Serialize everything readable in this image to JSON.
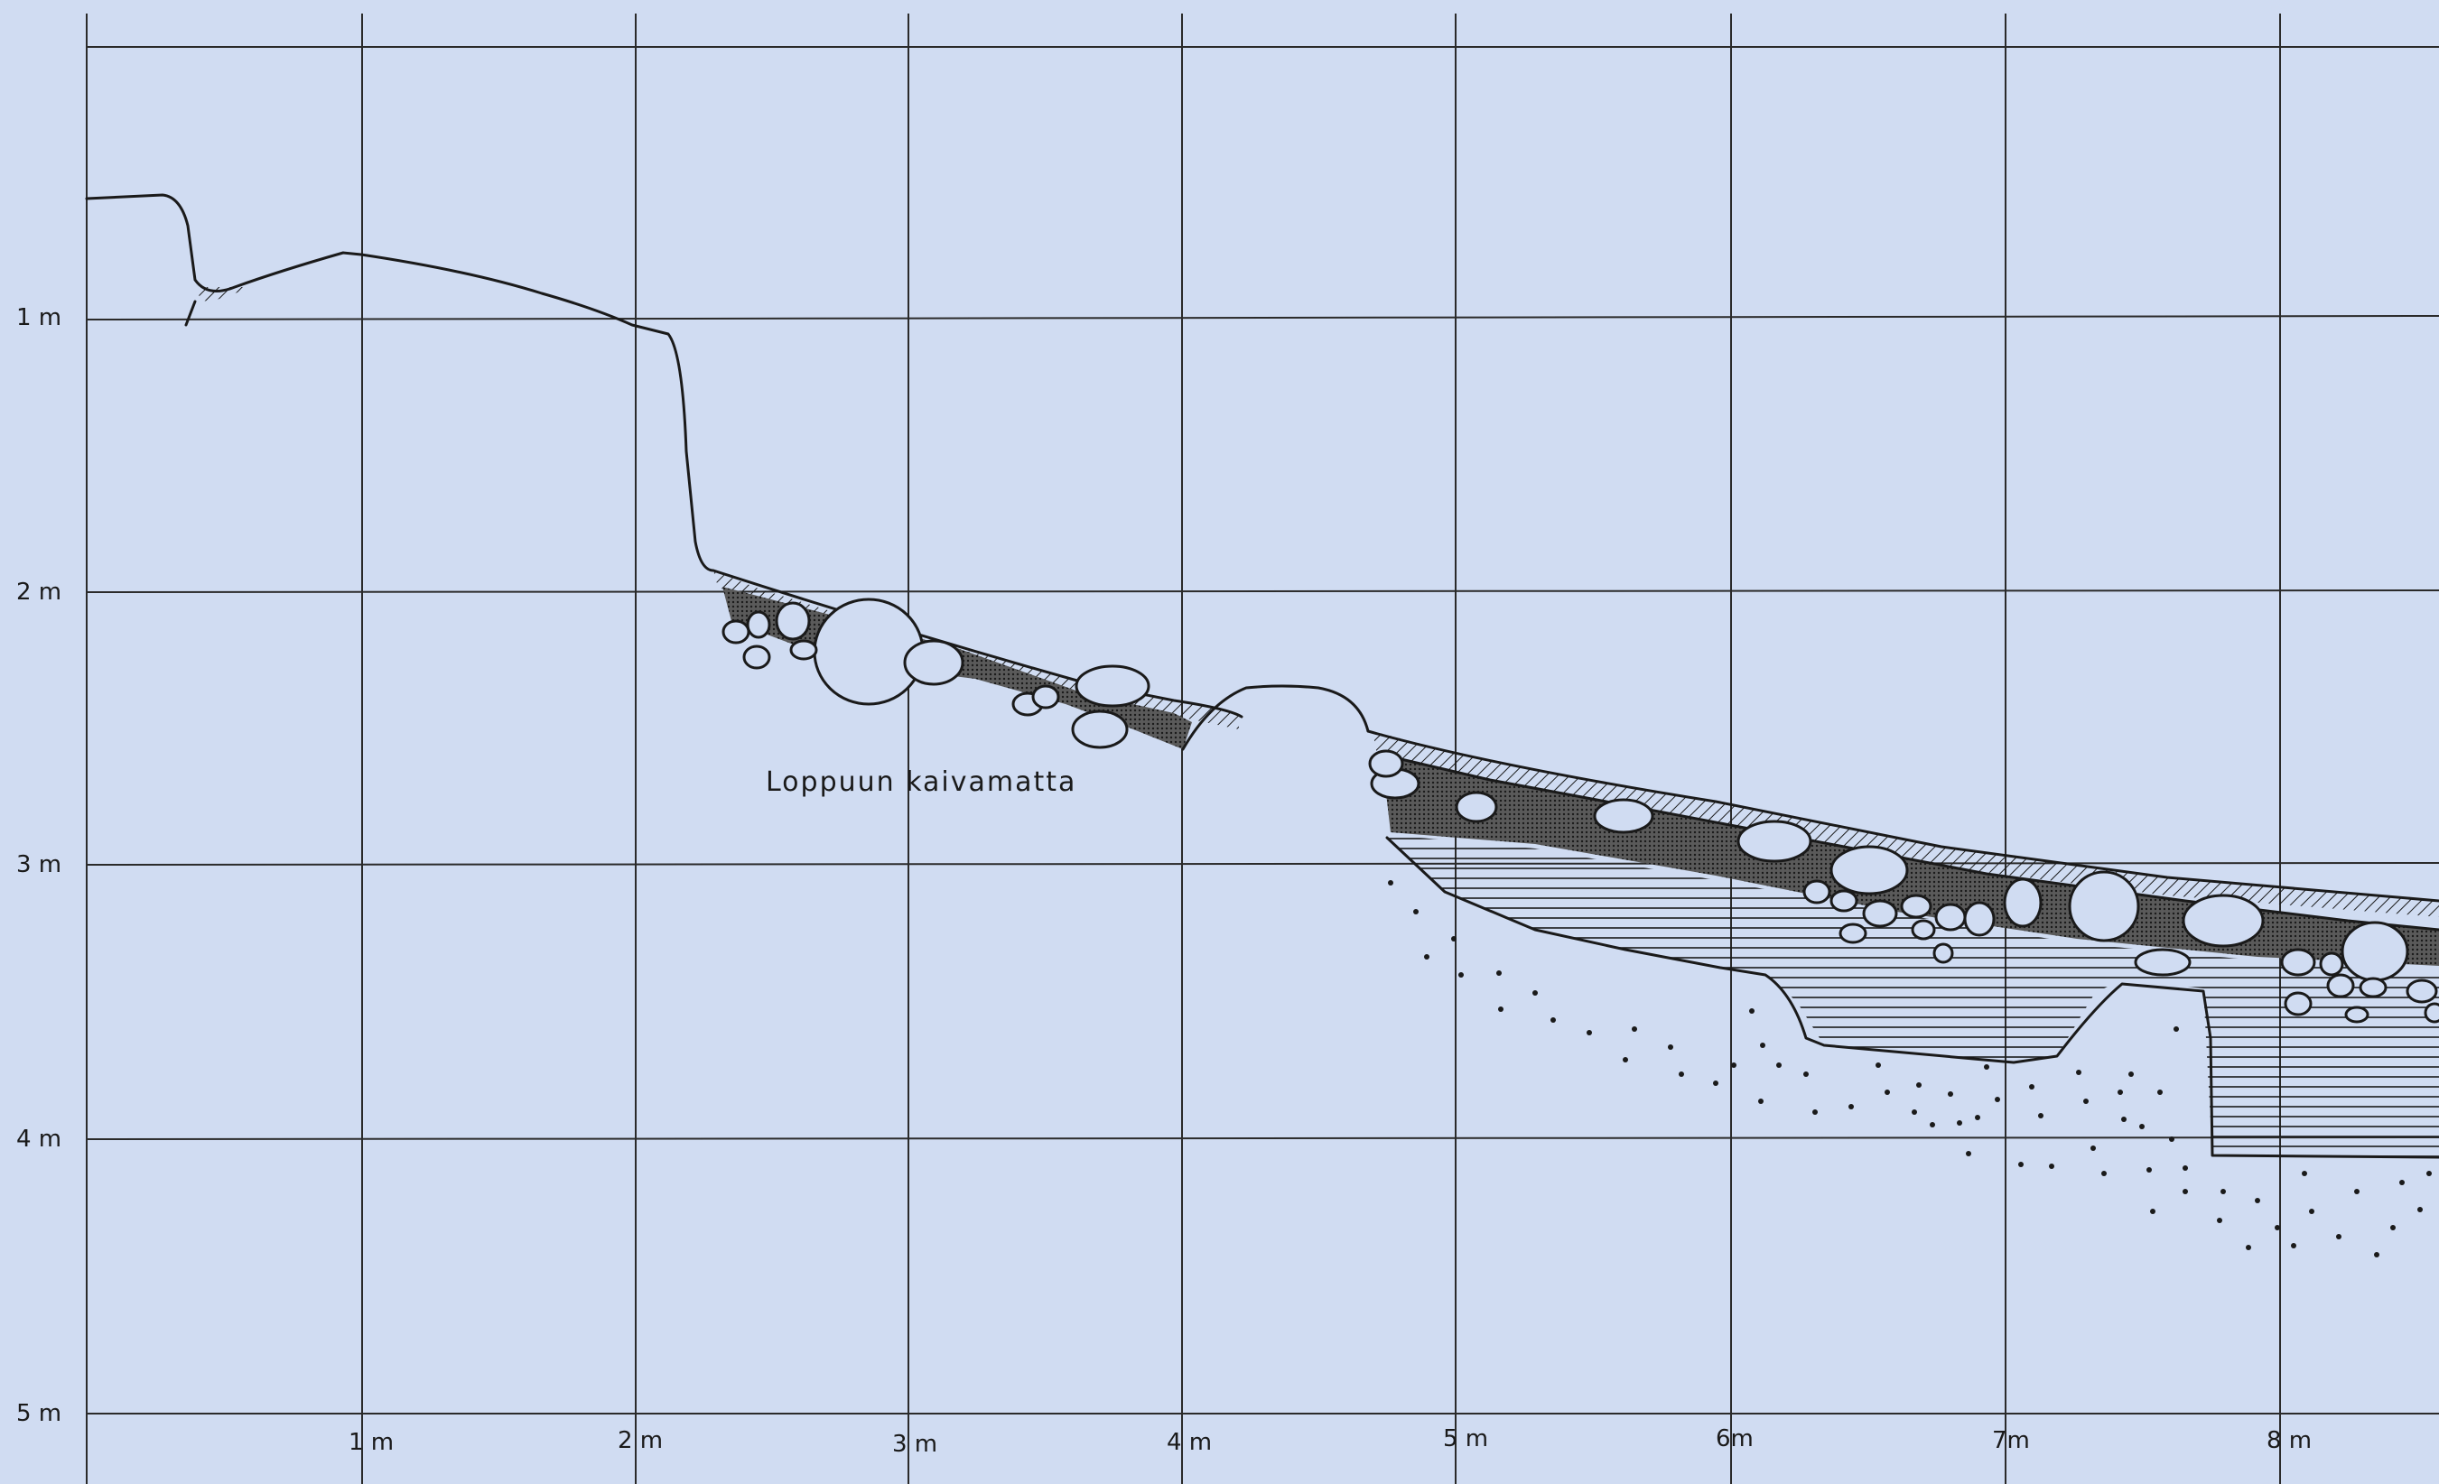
{
  "y_axis_labels": [
    "1 m",
    "2 m",
    "3 m",
    "4 m",
    "5 m"
  ],
  "x_axis_labels": [
    "1 m",
    "2 m",
    "3 m",
    "4 m",
    "5 m",
    "6m",
    "7m",
    "8 m"
  ],
  "annotation": "Loppuun kaivamatta",
  "colors": {
    "background": "#d0dcf2",
    "ink": "#1a1a1a",
    "grid": "#2a2a2a"
  }
}
